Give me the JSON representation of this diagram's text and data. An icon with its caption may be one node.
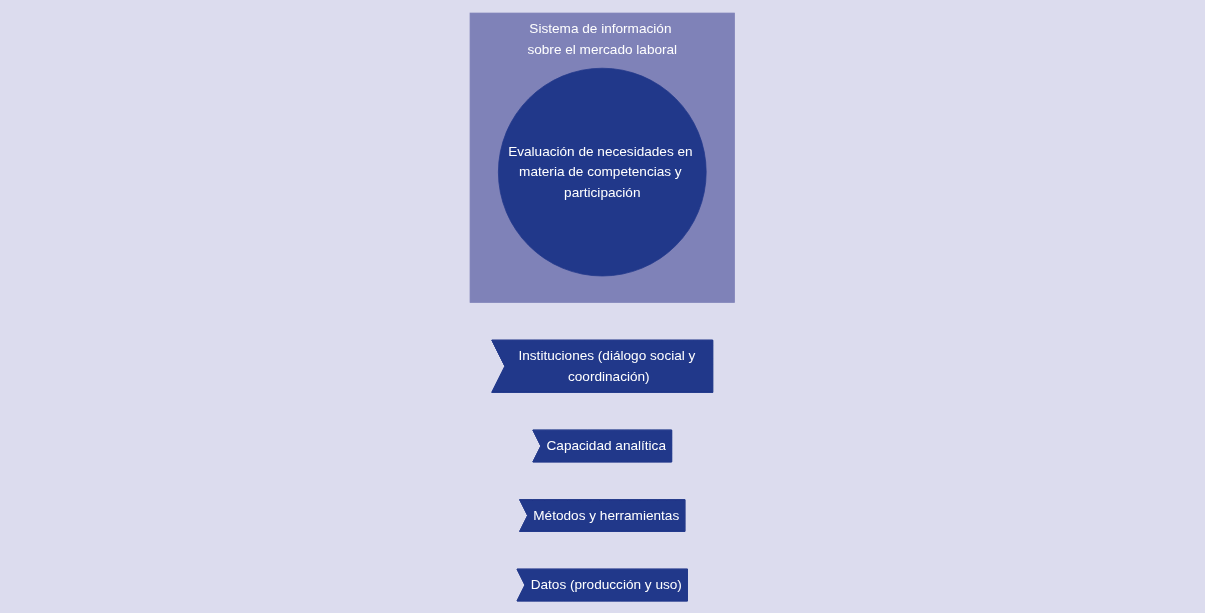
{
  "diagram": {
    "nodes": [
      {
        "text": [
          "Sistema de información sobre el mercado laboral"
        ]
      },
      {
        "text": [
          "Evaluación de necesidades en materia de competencias y participación"
        ],
        "in": 0
      },
      {
        "text": [
          "Instituciones (diálogo social y coordinación)"
        ]
      },
      {
        "text": [
          "Capacidad analítica"
        ]
      },
      {
        "text": [
          "Métodos y herramientas"
        ]
      },
      {
        "text": [
          "Datos (producción y uso)"
        ]
      }
    ]
  }
}
